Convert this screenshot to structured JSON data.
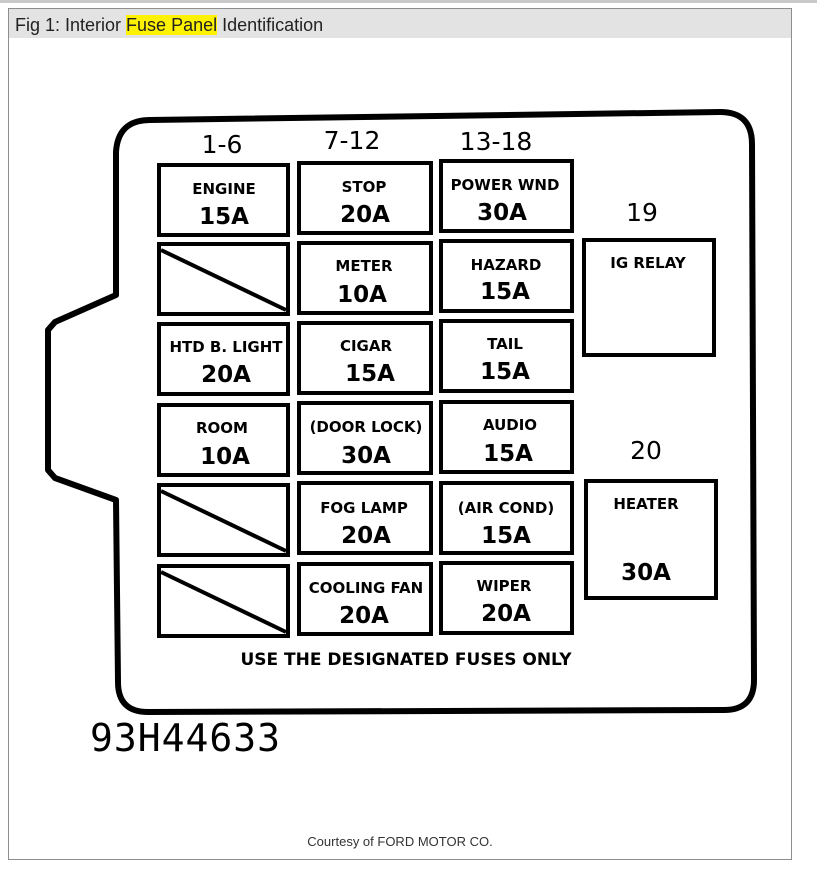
{
  "caption": {
    "prefix": "Fig 1: Interior ",
    "highlight": "Fuse Panel",
    "suffix": " Identification",
    "highlight_color": "#fff200"
  },
  "diagram": {
    "column_headers": [
      "1-6",
      "7-12",
      "13-18"
    ],
    "relay_numbers": [
      "19",
      "20"
    ],
    "fuses": {
      "col1": [
        {
          "label": "ENGINE",
          "rating": "15A"
        },
        {
          "label": "",
          "rating": "",
          "blank": true
        },
        {
          "label": "HTD B. LIGHT",
          "rating": "20A"
        },
        {
          "label": "ROOM",
          "rating": "10A"
        },
        {
          "label": "",
          "rating": "",
          "blank": true
        },
        {
          "label": "",
          "rating": "",
          "blank": true
        }
      ],
      "col2": [
        {
          "label": "STOP",
          "rating": "20A"
        },
        {
          "label": "METER",
          "rating": "10A"
        },
        {
          "label": "CIGAR",
          "rating": "15A"
        },
        {
          "label": "(DOOR LOCK)",
          "rating": "30A"
        },
        {
          "label": "FOG LAMP",
          "rating": "20A"
        },
        {
          "label": "COOLING FAN",
          "rating": "20A"
        }
      ],
      "col3": [
        {
          "label": "POWER WND",
          "rating": "30A"
        },
        {
          "label": "HAZARD",
          "rating": "15A"
        },
        {
          "label": "TAIL",
          "rating": "15A"
        },
        {
          "label": "AUDIO",
          "rating": "15A"
        },
        {
          "label": "(AIR COND)",
          "rating": "15A"
        },
        {
          "label": "WIPER",
          "rating": "20A"
        }
      ]
    },
    "relays": [
      {
        "label": "IG RELAY",
        "rating": ""
      },
      {
        "label": "HEATER",
        "rating": "30A"
      }
    ],
    "warning": "USE THE DESIGNATED FUSES ONLY"
  },
  "part_number": "93H44633",
  "courtesy": "Courtesy of FORD MOTOR CO."
}
